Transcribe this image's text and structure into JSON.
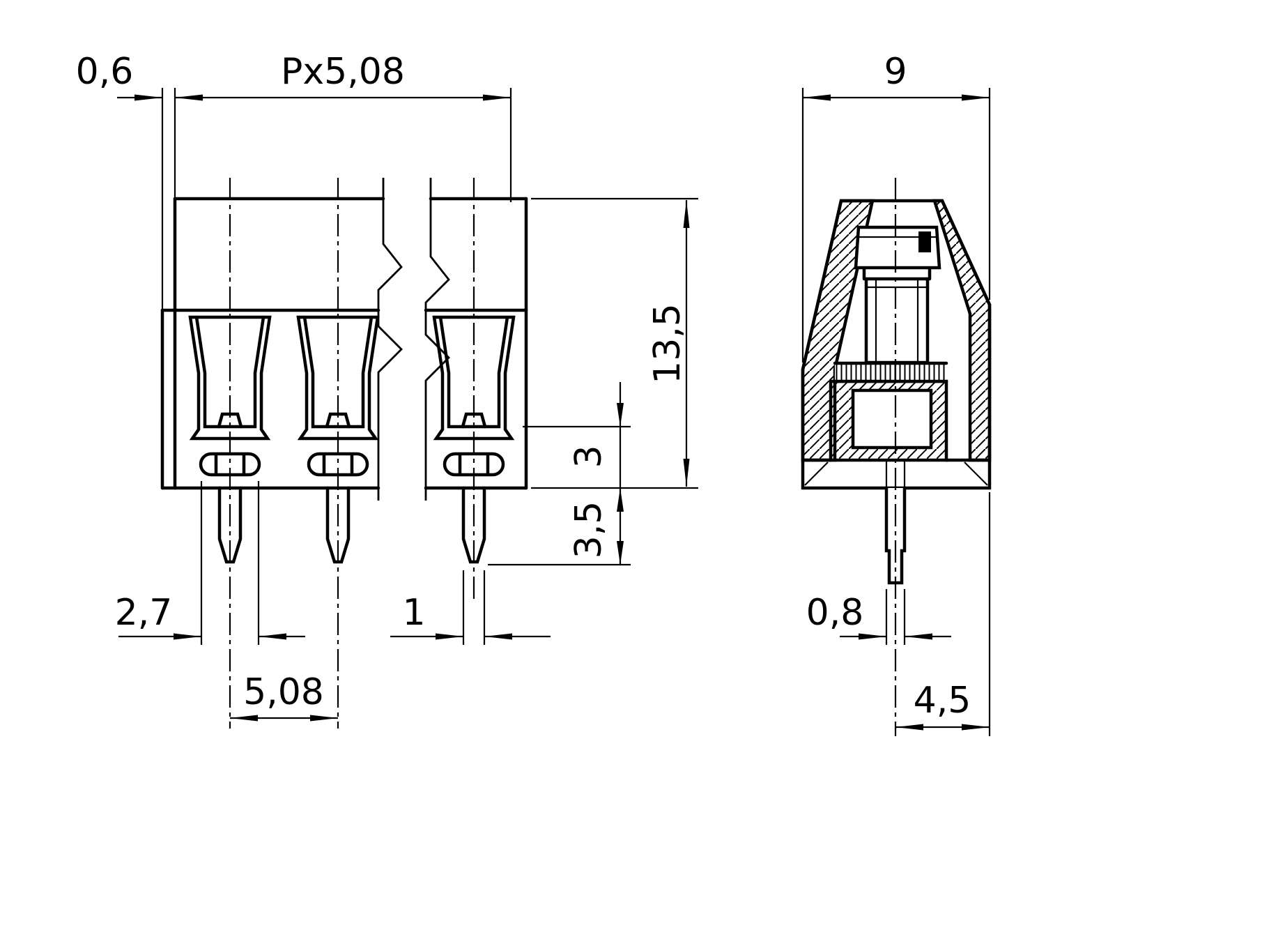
{
  "drawing": {
    "background": "#ffffff",
    "line_color": "#000000"
  },
  "front": {
    "end_wall": "0,6",
    "pitch_total": "Px5,08",
    "height": "13,5",
    "recess": "3",
    "pin_length": "3,5",
    "slot_width": "2,7",
    "pin_width": "1",
    "pitch": "5,08"
  },
  "side": {
    "depth": "9",
    "pin_thickness": "0,8",
    "center_offset": "4,5"
  }
}
